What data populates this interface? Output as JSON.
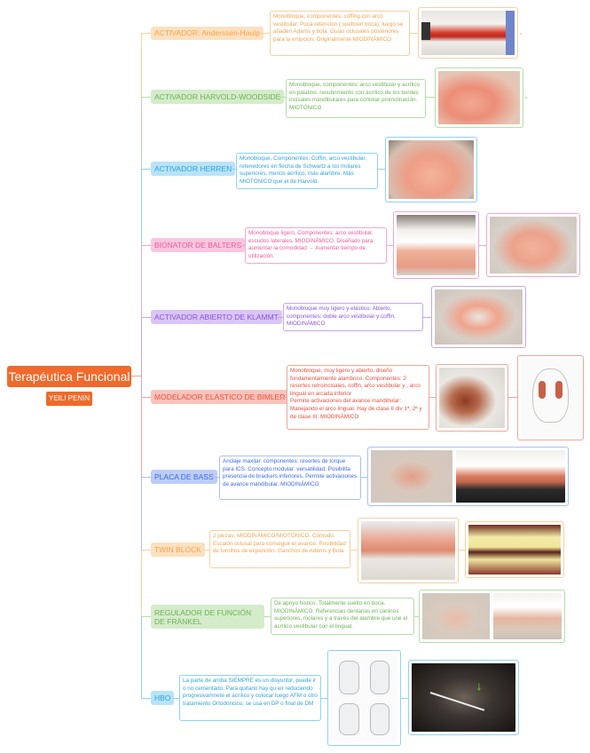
{
  "root": {
    "title": "Terapéutica Funcional",
    "subtitle": "YEILI PENIN"
  },
  "branches": [
    {
      "topic": "ACTIVADOR: Anderssen-Haulp",
      "note": "Monobloque, componentes; coffing con arco vestibular. Poca retención ( sueltoen boca), luego se añaden Adams y bola. Guias oclusales posteriores para la erupcion. Originalmente MIODINÁMICO",
      "color": "#f9b970",
      "images": [
        "appliance-on-dental-model-side-view"
      ]
    },
    {
      "topic": "ACTIVADOR HARVOLD-WOODSIDE",
      "note": "Monobloque, componentes: arco vestibular y acrílico en palatino. recubrimiento con acrílico de los bordes incisales mandibulares para contolar proinclinación. MIOTÓNICO",
      "color": "#7fc66a",
      "images": [
        "acrylic-appliance-with-wire"
      ]
    },
    {
      "topic": "ACTIVADOR HERREN",
      "note": "Monobloque, Componentes: Coffin, arco vestibular, retenedores en flecha de Schwartz a los molares superiores, menos acrílico, más alambre. Más MIOTÓNICO que el de Harvold",
      "color": "#3fb4ec",
      "images": [
        "acrylic-appliance-held-in-hand"
      ]
    },
    {
      "topic": "BIONATOR DE BALTERS",
      "note": "Monobloque ligero, Componentes: arco vestibular, escudos laterales. MIODINÁMICO. Diseñado para aumentar la comodidad → Aumentar tiempo de utilización.",
      "color": "#f266a8",
      "images": [
        "bionator-on-model",
        "bionator-occlusal-view"
      ]
    },
    {
      "topic": "ACTIVADOR ABIERTO DE KLAMMT",
      "note": "Monobloque muy ligero y elástico: Abierto, componentes: doble arco vestibular y coffin. MIODINÁMICO",
      "color": "#9a66e6",
      "images": [
        "klammt-double-arch-appliance"
      ]
    },
    {
      "topic": "MODELADOR ELÁSTICO DE BIMLER",
      "note": "Monobloque, muy ligero y abierto, diseño fundamentalmente alambrico. Componentes: 2 resortes retroincisales, coffin, arco vestibular y , arco lingual en arcada inferior\nPermite activaciones del avance mandibular: Manejando el arco lingual. Hay de clase II div 1ª, 2ª y de clase III. MIODINÁMICO",
      "color": "#f0604f",
      "images": [
        "bimler-appliance-photo",
        "bimler-line-drawing"
      ]
    },
    {
      "topic": "PLACA DE BASS",
      "note": "Anclaje maxilar. componentes: resortes de torque para ICS. Concepto modular: versatilidad. Posibilita presencia de brackers inferiores. Permite activaciones de avance mandibular. MIODINÁMICO",
      "color": "#4b7bf0",
      "images": [
        "bass-plate-on-model",
        "bass-plate-with-pads"
      ]
    },
    {
      "topic": "TWIN BLOCK",
      "note": "2 piezas, MIODINÁMICO/MIOTÓNICO. Cómodo. Escalón oclusal para conseguir el avance. Posibilidad de tornillos de expanción. Ganchos de Adams y Bola",
      "color": "#f9b970",
      "images": [
        "twin-block-on-models",
        "twin-block-intraoral"
      ]
    },
    {
      "topic": "REGULADOR DE FUNCIÓN DE FRÄNKEL",
      "note": "De apoyo histico. Totalmente suelto en boca. MIODINÁMICO. Referencias dentarias en caninos superiores, molares y a través del alambre que une el acrílico vestibular con el lingual.",
      "color": "#7fc66a",
      "images": [
        "frankel-appliance",
        "frankel-on-model"
      ]
    },
    {
      "topic": "HBO",
      "note": "La parte de arriba SIEMPRE es un disyuntor, puede ir o no cementado. Para quitarlo hay qu eir reduciendo progresivamnete el acrílico y colocar luego AFM o otro tratamiento Ortodóncico. se usa en DP o final de DM",
      "color": "#3fb4ec",
      "images": [
        "hbo-line-drawing",
        "hbo-3d-scan-with-arrow"
      ]
    }
  ]
}
